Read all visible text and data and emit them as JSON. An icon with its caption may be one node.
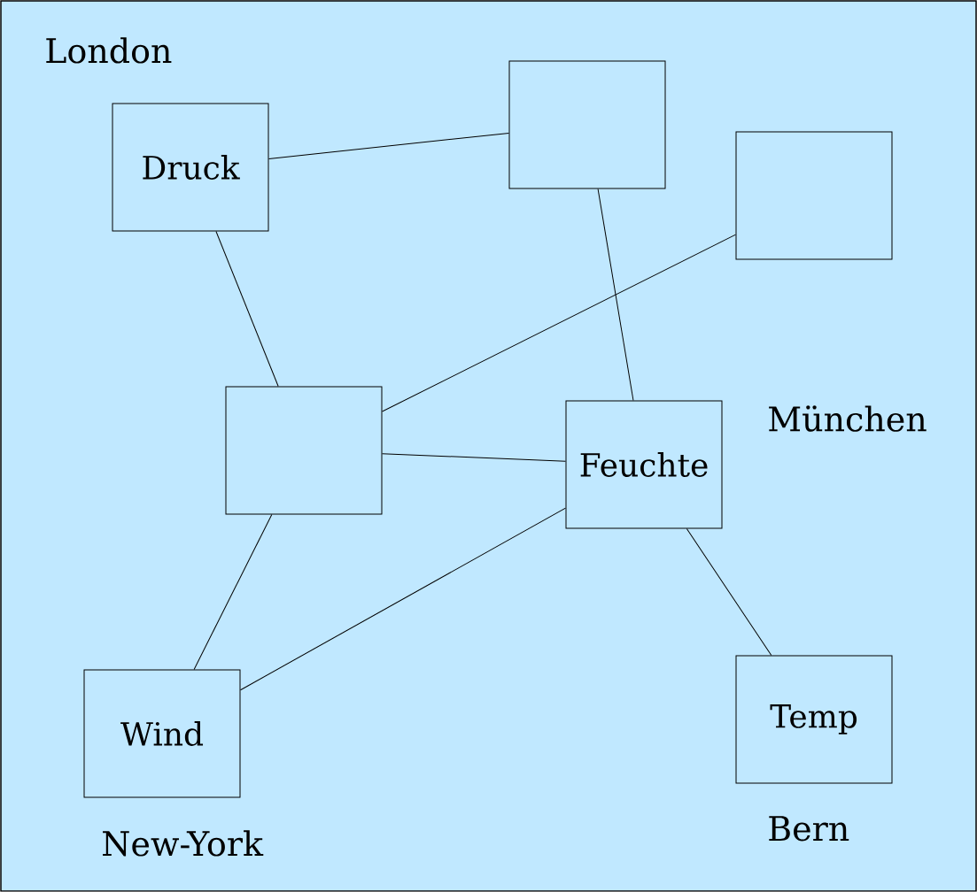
{
  "diagram": {
    "nodes": [
      {
        "text": [
          "Druck"
        ]
      },
      {
        "text": [],
        "shape": "box"
      },
      {
        "text": [],
        "shape": "box"
      },
      {
        "text": [],
        "shape": "box"
      },
      {
        "text": [
          "Feuchte"
        ]
      },
      {
        "text": [
          "Wind"
        ]
      },
      {
        "text": [
          "Temp"
        ]
      }
    ],
    "edges": [
      {
        "from": 0,
        "to": 1,
        "arrow": "none"
      },
      {
        "from": 0,
        "to": 3,
        "arrow": "none"
      },
      {
        "from": 1,
        "to": 4,
        "arrow": "none"
      },
      {
        "from": 2,
        "to": 3,
        "arrow": "none"
      },
      {
        "from": 3,
        "to": 4,
        "arrow": "none"
      },
      {
        "from": 3,
        "to": 5,
        "arrow": "none"
      },
      {
        "from": 4,
        "to": 5,
        "arrow": "none"
      },
      {
        "from": 4,
        "to": 6,
        "arrow": "none"
      }
    ],
    "labels": [
      "London",
      "München",
      "New-York",
      "Bern"
    ]
  }
}
